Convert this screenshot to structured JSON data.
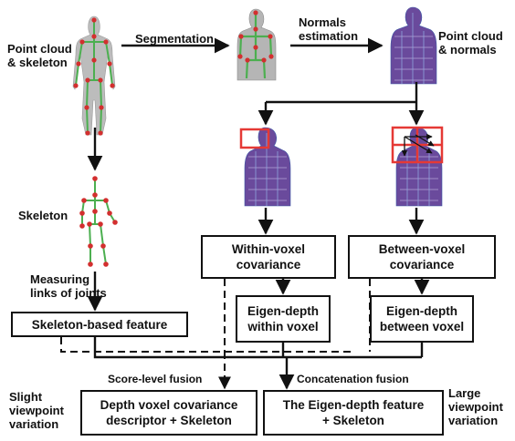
{
  "labels": {
    "point_cloud_skeleton": "Point cloud\n& skeleton",
    "segmentation": "Segmentation",
    "normals_estimation": "Normals\nestimation",
    "point_cloud_normals": "Point cloud\n& normals",
    "skeleton": "Skeleton",
    "measuring_links": "Measuring\nlinks of joints",
    "score_level_fusion": "Score-level fusion",
    "concatenation_fusion": "Concatenation fusion",
    "slight_variation": "Slight\nviewpoint\nvariation",
    "large_variation": "Large\nviewpoint\nvariation"
  },
  "boxes": {
    "within_voxel_covariance": "Within-voxel\ncovariance",
    "between_voxel_covariance": "Between-voxel\ncovariance",
    "eigen_depth_within": "Eigen-depth\nwithin voxel",
    "eigen_depth_between": "Eigen-depth\nbetween voxel",
    "skeleton_feature": "Skeleton-based feature",
    "depth_voxel_descriptor": "Depth voxel covariance\ndescriptor + Skeleton",
    "eigen_depth_feature": "The Eigen-depth feature\n+ Skeleton"
  },
  "colors": {
    "line": "#111111",
    "highlight": "#e53935",
    "joint": "#d32f2f",
    "bone": "#4caf50",
    "cloud_purple": "#6a4a9c",
    "cloud_blue": "#3c5aa8",
    "cloud_gray": "#b0b0b0"
  }
}
